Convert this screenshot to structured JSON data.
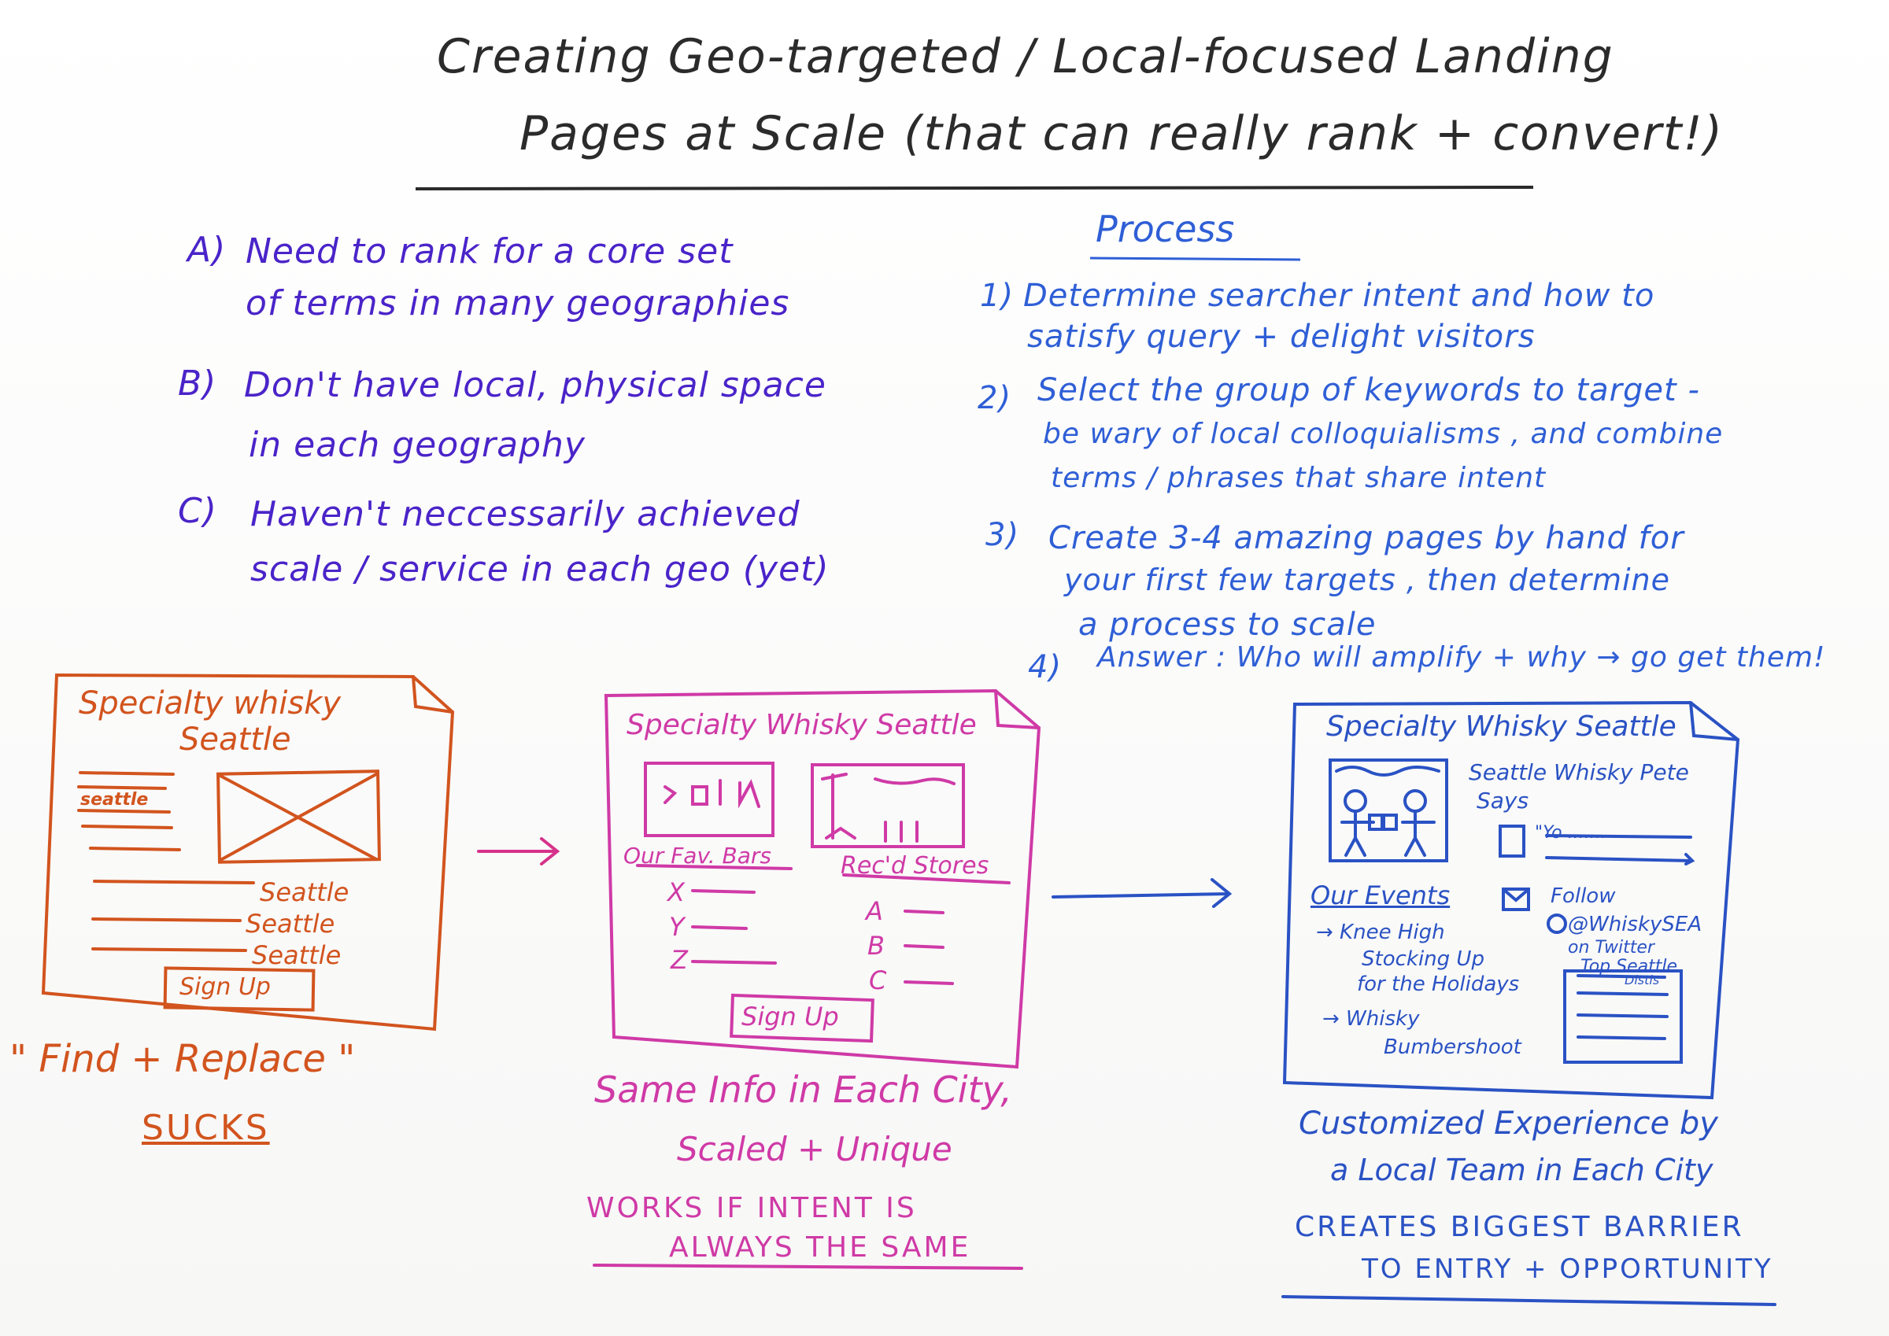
{
  "title": {
    "line1": "Creating  Geo-targeted / Local-focused  Landing",
    "line2": "Pages  at  Scale  (that  can  really  rank + convert!)"
  },
  "problems": [
    {
      "letter": "A)",
      "line1": "Need  to  rank  for  a  core set",
      "line2": "of  terms  in  many  geographies"
    },
    {
      "letter": "B)",
      "line1": "Don't  have  local,  physical  space",
      "line2": "in  each  geography"
    },
    {
      "letter": "C)",
      "line1": "Haven't  neccessarily  achieved",
      "line2": "scale / service  in  each  geo  (yet)"
    }
  ],
  "process": {
    "heading": "Process",
    "steps": [
      {
        "num": "1)",
        "lines": [
          "Determine  searcher  intent  and  how  to",
          "satisfy  query + delight  visitors"
        ]
      },
      {
        "num": "2)",
        "lines": [
          "Select  the  group  of  keywords  to  target -",
          "be  wary  of  local  colloquialisms , and  combine",
          "terms / phrases  that  share  intent"
        ]
      },
      {
        "num": "3)",
        "lines": [
          "Create  3-4  amazing  pages  by  hand  for",
          "your  first  few  targets , then  determine",
          "a   process   to  scale"
        ]
      },
      {
        "num": "4)",
        "lines": [
          "Answer : Who  will  amplify + why  →  go  get  them!"
        ]
      }
    ]
  },
  "page1": {
    "title1": "Specialty  whisky",
    "title2": "Seattle",
    "side_label": "seattle",
    "keywords": [
      "Seattle",
      "Seattle",
      "Seattle"
    ],
    "button": "Sign  Up",
    "caption_quote": "\" Find  +  Replace \"",
    "caption_verdict": "SUCKS"
  },
  "page2": {
    "title": "Specialty  Whisky  Seattle",
    "col1_heading": "Our  Fav.  Bars",
    "col1_items": [
      "X",
      "Y",
      "Z"
    ],
    "col2_heading": "Rec'd  Stores",
    "col2_items": [
      "A",
      "B",
      "C"
    ],
    "button": "Sign  Up",
    "caption1": "Same  Info  in  Each  City,",
    "caption2": "Scaled  +  Unique",
    "note1": "WORKS  IF  INTENT  IS",
    "note2": "ALWAYS  THE  SAME"
  },
  "page3": {
    "title": "Specialty  Whisky  Seattle",
    "says1": "Seattle  Whisky  Pete",
    "says2": "Says",
    "quote": "\"Yo  .......",
    "events_heading": "Our  Events",
    "event1": [
      "→  Knee  High",
      "Stocking  Up",
      "for  the  Holidays"
    ],
    "event2": [
      "→ Whisky",
      "Bumbershoot"
    ],
    "follow": "Follow",
    "handle": "@WhiskySEA",
    "on_twitter": "on  Twitter",
    "top_list": "Top  Seattle",
    "top_list2": "Distis",
    "caption1": "Customized  Experience  by",
    "caption2": "a  Local  Team  in  Each  City",
    "note1": "CREATES  BIGGEST  BARRIER",
    "note2": "TO  ENTRY + OPPORTUNITY"
  },
  "colors": {
    "black": "#2b2b2b",
    "purple": "#4a24c9",
    "blue": "#2f5fd6",
    "orange": "#d2541e",
    "pink": "#cf3aa6",
    "navy": "#2a52c4"
  }
}
